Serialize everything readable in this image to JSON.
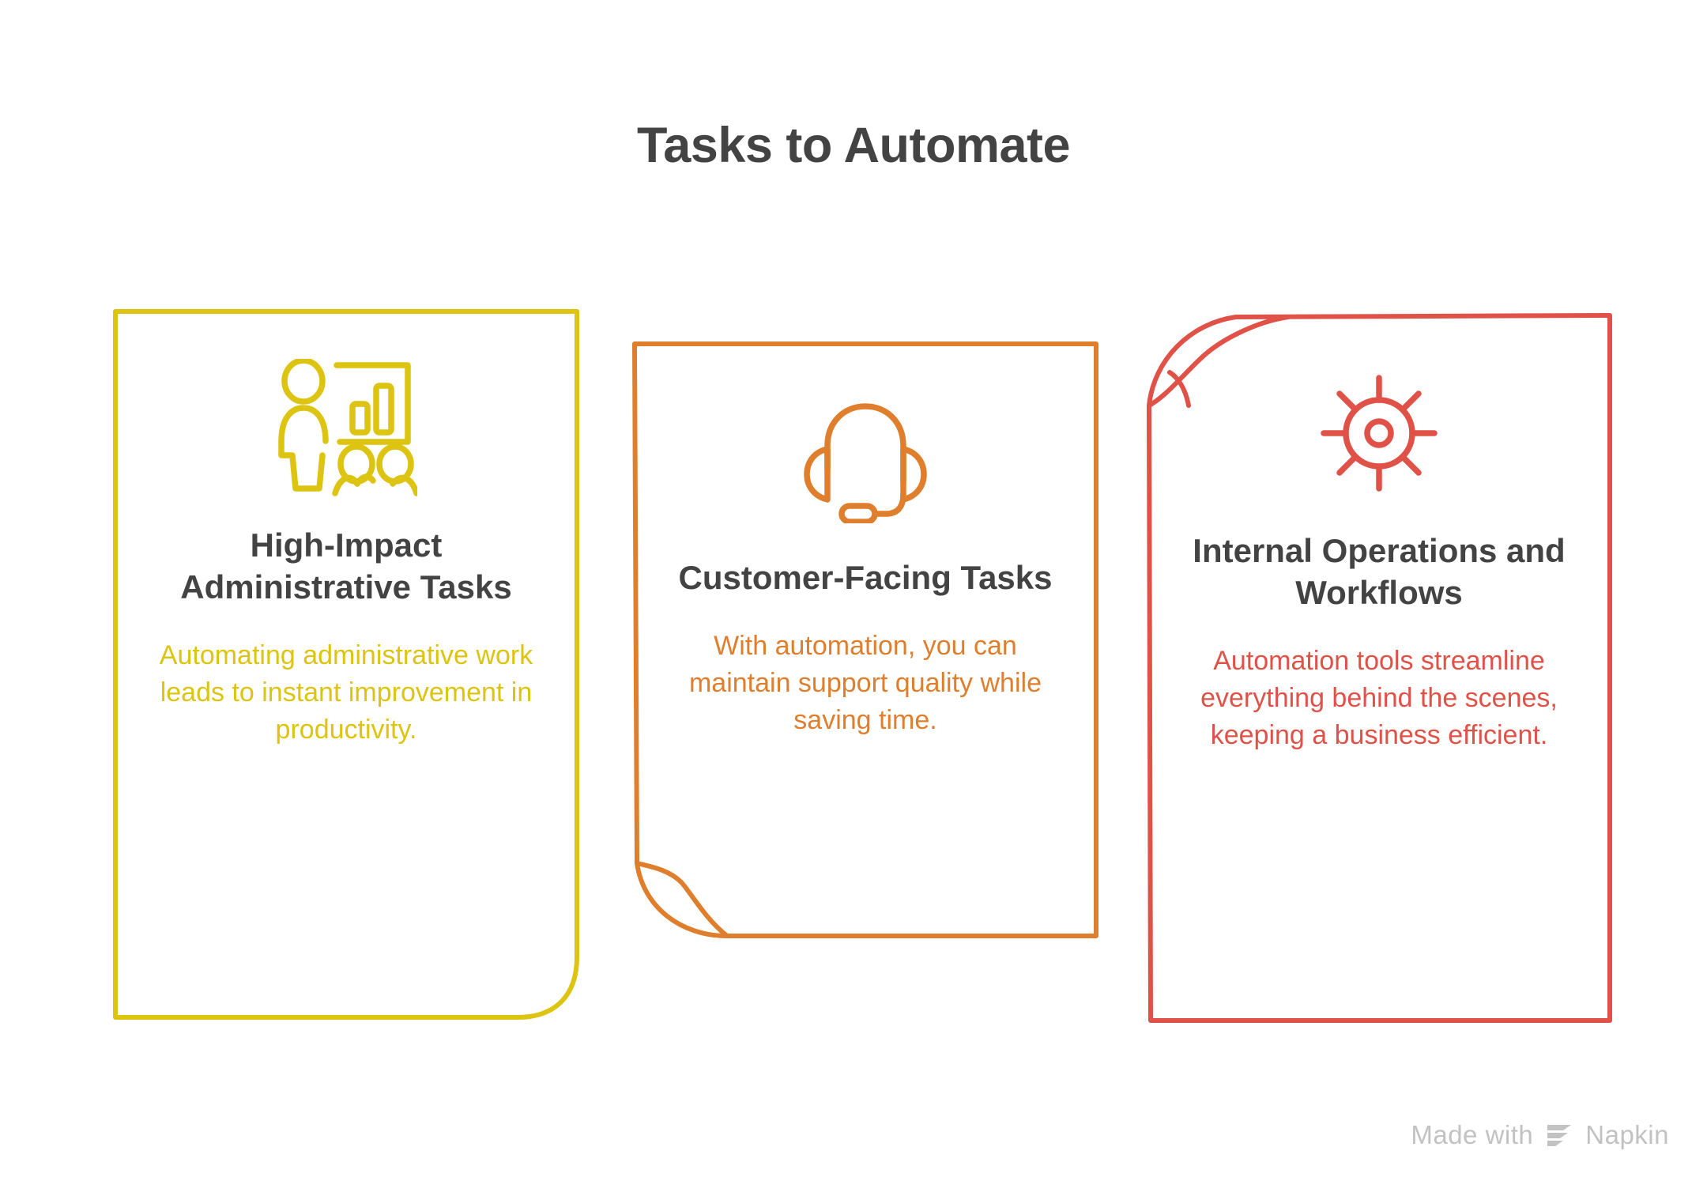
{
  "page": {
    "title": "Tasks to Automate",
    "background": "#FFFFFF",
    "title_color": "#434343"
  },
  "cards": [
    {
      "id": "high-impact-administrative-tasks",
      "heading": "High-Impact Administrative Tasks",
      "body": "Automating administrative work leads to instant improvement in productivity.",
      "color": "#DCC411",
      "icon": "presentation-person-icon",
      "corner_style": "rounded-bottom-right"
    },
    {
      "id": "customer-facing-tasks",
      "heading": "Customer-Facing Tasks",
      "body": "With automation, you can maintain support quality while saving time.",
      "color": "#DF7F2E",
      "icon": "headset-icon",
      "corner_style": "curled-bottom-left"
    },
    {
      "id": "internal-operations-and-workflows",
      "heading": "Internal Operations and Workflows",
      "body": "Automation tools streamline everything behind the scenes, keeping a business efficient.",
      "color": "#E05248",
      "icon": "gear-sun-icon",
      "corner_style": "curled-top-left"
    }
  ],
  "footer": {
    "made_with_label": "Made with",
    "brand_label": "Napkin",
    "logo_icon": "napkin-logo-icon",
    "color": "#C2C2C2"
  }
}
